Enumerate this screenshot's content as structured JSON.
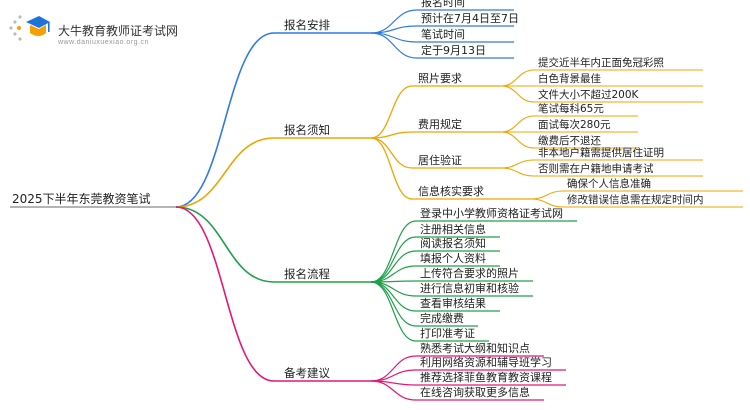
{
  "logo": {
    "title": "大牛教育教师证考试网",
    "url": "www.daniuxuexiao.org.cn",
    "colors": {
      "orange": "#f5a000",
      "blue": "#1e73d8"
    }
  },
  "mindmap": {
    "root": "2025下半年东莞教资笔试",
    "branches": [
      {
        "label": "报名安排",
        "color": "#2f7ae5",
        "items": [
          {
            "label": "报名时间"
          },
          {
            "label": "预计在7月4日至7日"
          },
          {
            "label": "笔试时间"
          },
          {
            "label": "定于9月13日"
          }
        ]
      },
      {
        "label": "报名须知",
        "color": "#f0a500",
        "items": [
          {
            "label": "照片要求",
            "items": [
              "提交近半年内正面免冠彩照",
              "白色背景最佳",
              "文件大小不超过200K"
            ]
          },
          {
            "label": "费用规定",
            "items": [
              "笔试每科65元",
              "面试每次280元",
              "缴费后不退还"
            ]
          },
          {
            "label": "居住验证",
            "items": [
              "非本地户籍需提供居住证明",
              "否则需在户籍地申请考试"
            ]
          },
          {
            "label": "信息核实要求",
            "items": [
              "确保个人信息准确",
              "修改错误信息需在规定时间内"
            ]
          }
        ]
      },
      {
        "label": "报名流程",
        "color": "#20a04a",
        "items": [
          {
            "label": "登录中小学教师资格证考试网"
          },
          {
            "label": "注册相关信息"
          },
          {
            "label": "阅读报名须知"
          },
          {
            "label": "填报个人资料"
          },
          {
            "label": "上传符合要求的照片"
          },
          {
            "label": "进行信息初审和核验"
          },
          {
            "label": "查看审核结果"
          },
          {
            "label": "完成缴费"
          },
          {
            "label": "打印准考证"
          }
        ]
      },
      {
        "label": "备考建议",
        "color": "#e0197a",
        "items": [
          {
            "label": "熟悉考试大纲和知识点"
          },
          {
            "label": "利用网络资源和辅导班学习"
          },
          {
            "label": "推荐选择菲鱼教育教资课程"
          },
          {
            "label": "在线咨询获取更多信息"
          }
        ]
      }
    ]
  }
}
